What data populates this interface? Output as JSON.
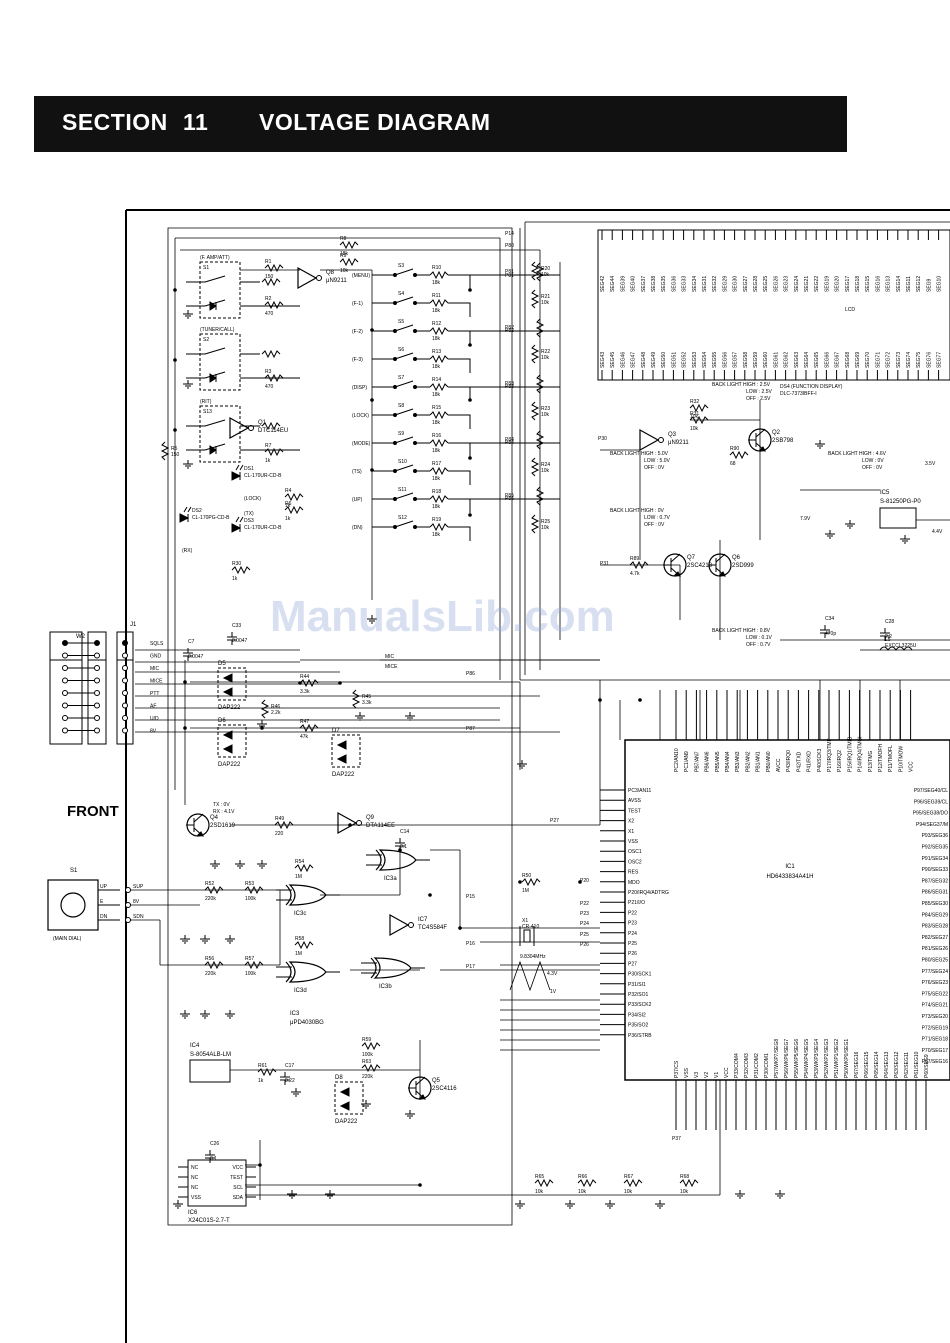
{
  "header": {
    "section_label": "SECTION",
    "section_number": "11",
    "title": "VOLTAGE DIAGRAM"
  },
  "labels": {
    "front": "FRONT",
    "watermark": "ManualsLib.com",
    "lcd": "LCD",
    "ds4": "DS4 (FUNCTION DISPLAY)",
    "ds4_part": "DLC-7373IBFF-I",
    "main_dial_ref": "S1",
    "main_dial": "(MAIN DIAL)",
    "ic1": "IC1",
    "ic1_part": "HD6433834A41H",
    "ic3": "IC3",
    "ic3_part": "μPD4030BG",
    "ic3a": "IC3a",
    "ic3b": "IC3b",
    "ic3c": "IC3c",
    "ic3d": "IC3d",
    "ic4": "IC4",
    "ic4_part": "S-8054ALB-LM",
    "ic5": "IC5",
    "ic5_part": "S-81250PG-P0",
    "ic6": "IC6",
    "ic6_part": "X24C01S-2.7-T",
    "ic7": "IC7",
    "ic7_part": "TC4S584F",
    "q1": "Q1",
    "q1_part": "DTC114EU",
    "q2": "Q2",
    "q2_part": "2SB798",
    "q3": "Q3",
    "q3_part": "μN9211",
    "q4": "Q4",
    "q4_part": "2SD1619",
    "q5": "Q5",
    "q5_part": "2SC4116",
    "q6": "Q6",
    "q6_part": "2SD999",
    "q7": "Q7",
    "q7_part": "2SC4213",
    "q8": "Q8",
    "q8_part": "μN9211",
    "q9": "Q9",
    "q9_part": "DTA114EE",
    "d5": "D5",
    "d5_part": "DAP222",
    "d6": "D6",
    "d6_part": "DAP222",
    "d7": "D7",
    "d7_part": "DAP222",
    "d8": "D8",
    "d8_part": "DAP222",
    "ds1": "DS1",
    "ds1_part": "CL-170UR-CD-B",
    "ds2": "DS2",
    "ds2_part": "CL-170PG-CD-B",
    "ds3": "DS3",
    "ds3_part": "CL-170UR-CD-B",
    "x1": "X1",
    "x1_part": "CR-410",
    "x1_freq": "9.8304MHz",
    "l5": "L5",
    "l5_part": "EXCCL3225U",
    "j1": "J1",
    "w2": "W2",
    "lock": "(LOCK)",
    "tx": "(TX)",
    "rx": "(RX)"
  },
  "switch_groups": [
    {
      "ref": "S1",
      "label": "(F. AMP/ATT)"
    },
    {
      "ref": "S2",
      "label": "(TUNER/CALL)"
    },
    {
      "ref": "S13",
      "label": "(RIT)"
    }
  ],
  "key_switches": [
    {
      "ref": "S3",
      "label": "(MENU)",
      "res": "R10",
      "val": "18k",
      "port": "P81"
    },
    {
      "ref": "S4",
      "label": "(F-1)",
      "res": "R11",
      "val": "18k",
      "port": ""
    },
    {
      "ref": "S5",
      "label": "(F-2)",
      "res": "R12",
      "val": "18k",
      "port": "P82"
    },
    {
      "ref": "S6",
      "label": "(F-3)",
      "res": "R13",
      "val": "18k",
      "port": ""
    },
    {
      "ref": "S7",
      "label": "(DISP)",
      "res": "R14",
      "val": "18k",
      "port": "P83"
    },
    {
      "ref": "S8",
      "label": "(LOCK)",
      "res": "R15",
      "val": "18k",
      "port": ""
    },
    {
      "ref": "S9",
      "label": "(MODE)",
      "res": "R16",
      "val": "18k",
      "port": "P84"
    },
    {
      "ref": "S10",
      "label": "(TS)",
      "res": "R17",
      "val": "18k",
      "port": ""
    },
    {
      "ref": "S11",
      "label": "(UP)",
      "res": "R18",
      "val": "18k",
      "port": "P85"
    },
    {
      "ref": "S12",
      "label": "(DN)",
      "res": "R19",
      "val": "18k",
      "port": ""
    }
  ],
  "j1_pins": [
    "SQLS",
    "GND",
    "MIC",
    "MICE",
    "PTT",
    "AF",
    "U/D",
    "8V"
  ],
  "dial_pins": [
    "UP",
    "E",
    "DN"
  ],
  "dial_signals": [
    "SUP",
    "8V",
    "SDN"
  ],
  "ic6_pins_left": [
    "NC",
    "NC",
    "NC",
    "VSS"
  ],
  "ic6_pins_right": [
    "VCC",
    "TEST",
    "SCL",
    "SDA"
  ],
  "ic1_left_pins": [
    "PC3/AN11",
    "AVSS",
    "TEST",
    "X2",
    "X1",
    "VSS",
    "OSC1",
    "OSC2",
    "RES",
    "MDO",
    "P20/IRQ4/ADTRG",
    "P21/I/O",
    "P22",
    "P23",
    "P24",
    "P25",
    "P26",
    "P27",
    "P30/SCK1",
    "P31/SI1",
    "P32/SO1",
    "P33/SCK2",
    "P34/SI2",
    "P35/SO2",
    "P36/STRB"
  ],
  "ic1_right_pins": [
    "P97/SEG40/CL",
    "P96/SEG39/CL",
    "P95/SEG38/DO",
    "P94/SEG37/M",
    "P93/SEG36",
    "P92/SEG35",
    "P91/SEG34",
    "P90/SEG33",
    "P87/SEG32",
    "P86/SEG31",
    "P85/SEG30",
    "P84/SEG29",
    "P83/SEG28",
    "P82/SEG27",
    "P81/SEG26",
    "P80/SEG25",
    "P77/SEG24",
    "P76/SEG23",
    "P75/SEG22",
    "P74/SEG21",
    "P73/SEG20",
    "P72/SEG19",
    "P71/SEG18",
    "P70/SEG17",
    "P67/SEG16"
  ],
  "ic1_top_pins": [
    "PC2/AN10",
    "PC1/AN9",
    "PB7/AN7",
    "PB6/AN6",
    "PB5/AN5",
    "PB4/AN4",
    "PB3/AN3",
    "PB2/AN2",
    "PB1/AN1",
    "PB0/AN0",
    "AVCC",
    "P43/IRQ0",
    "P42/TXD",
    "P41/RXD",
    "P40/SCK3",
    "P17/IRQ3/TMF",
    "P16/IRQ2",
    "P15/IRQ1/TMIB",
    "P14/IRQ4/TMCI",
    "P13/TMG",
    "P12/TMOFH",
    "P11/TMOFL",
    "P10/TMOW",
    "VCC"
  ],
  "ic1_bottom_pins": [
    "P37/CS",
    "VSS",
    "V3",
    "V2",
    "V1",
    "VCC",
    "P33/COM4",
    "P32/COM3",
    "P31/COM2",
    "P30/COM1",
    "P57/WKP7/SEG8",
    "P56/WKP6/SEG7",
    "P55/WKP5/SEG6",
    "P54/WKP4/SEG5",
    "P53/WKP3/SEG4",
    "P52/WKP2/SEG3",
    "P51/WKP1/SEG2",
    "P50/WKP0/SEG1",
    "P67/SEG16",
    "P66/SEG15",
    "P65/SEG14",
    "P64/SEG13",
    "P63/SEG12",
    "P62/SEG11",
    "P61/SEG10",
    "P60/SEG9"
  ],
  "lcd_top_pins": [
    "SEG42",
    "SEG44",
    "SEG39",
    "SEG40",
    "SEG37",
    "SEG38",
    "SEG35",
    "SEG36",
    "SEG33",
    "SEG34",
    "SEG31",
    "SEG32",
    "SEG29",
    "SEG30",
    "SEG27",
    "SEG28",
    "SEG25",
    "SEG26",
    "SEG23",
    "SEG24",
    "SEG21",
    "SEG22",
    "SEG19",
    "SEG20",
    "SEG17",
    "SEG18",
    "SEG15",
    "SEG16",
    "SEG13",
    "SEG14",
    "SEG11",
    "SEG12",
    "SEG9",
    "SEG10"
  ],
  "lcd_bottom_pins": [
    "SEG43",
    "SEG45",
    "SEG46",
    "SEG47",
    "SEG48",
    "SEG49",
    "SEG50",
    "SEG51",
    "SEG52",
    "SEG53",
    "SEG54",
    "SEG55",
    "SEG56",
    "SEG57",
    "SEG58",
    "SEG59",
    "SEG60",
    "SEG61",
    "SEG62",
    "SEG63",
    "SEG64",
    "SEG65",
    "SEG66",
    "SEG67",
    "SEG68",
    "SEG69",
    "SEG70",
    "SEG71",
    "SEG72",
    "SEG73",
    "SEG74",
    "SEG75",
    "SEG76",
    "SEG77"
  ],
  "ports": [
    "P14",
    "P80",
    "P81",
    "P82",
    "P83",
    "P84",
    "P85",
    "P86",
    "P87",
    "P20",
    "P22",
    "P23",
    "P24",
    "P25",
    "P26",
    "P27",
    "P15",
    "P16",
    "P17",
    "P30",
    "P31",
    "P37"
  ],
  "components": [
    {
      "ref": "R1",
      "val": "150"
    },
    {
      "ref": "R2",
      "val": "470"
    },
    {
      "ref": "R3",
      "val": "470"
    },
    {
      "ref": "R4",
      "val": "1k"
    },
    {
      "ref": "R5",
      "val": "150"
    },
    {
      "ref": "R6",
      "val": "1k"
    },
    {
      "ref": "R7",
      "val": "1k"
    },
    {
      "ref": "R8",
      "val": "18k"
    },
    {
      "ref": "R9",
      "val": "10k"
    },
    {
      "ref": "R20",
      "val": "10k"
    },
    {
      "ref": "R21",
      "val": "10k"
    },
    {
      "ref": "R22",
      "val": "10k"
    },
    {
      "ref": "R23",
      "val": "10k"
    },
    {
      "ref": "R24",
      "val": "10k"
    },
    {
      "ref": "R25",
      "val": "10k"
    },
    {
      "ref": "R30",
      "val": "1k"
    },
    {
      "ref": "R31",
      "val": "10k"
    },
    {
      "ref": "R32",
      "val": "10k"
    },
    {
      "ref": "R44",
      "val": "3.3k"
    },
    {
      "ref": "R45",
      "val": "3.3k"
    },
    {
      "ref": "R46",
      "val": "2.2k"
    },
    {
      "ref": "R47",
      "val": "47k"
    },
    {
      "ref": "R49",
      "val": "220"
    },
    {
      "ref": "R50",
      "val": "1M"
    },
    {
      "ref": "R52",
      "val": "220k"
    },
    {
      "ref": "R53",
      "val": "100k"
    },
    {
      "ref": "R54",
      "val": "1M"
    },
    {
      "ref": "R56",
      "val": "220k"
    },
    {
      "ref": "R57",
      "val": "100k"
    },
    {
      "ref": "R58",
      "val": "1M"
    },
    {
      "ref": "R59",
      "val": "100k"
    },
    {
      "ref": "R61",
      "val": "1k"
    },
    {
      "ref": "R63",
      "val": "220k"
    },
    {
      "ref": "R65",
      "val": "10k"
    },
    {
      "ref": "R66",
      "val": "10k"
    },
    {
      "ref": "R67",
      "val": "10k"
    },
    {
      "ref": "R68",
      "val": "10k"
    },
    {
      "ref": "R89",
      "val": "4.7k"
    },
    {
      "ref": "R90",
      "val": "68"
    },
    {
      "ref": "C7",
      "val": "0.0047"
    },
    {
      "ref": "C14",
      "val": "0.1"
    },
    {
      "ref": "C17",
      "val": "0.22"
    },
    {
      "ref": "C26",
      "val": "0.1"
    },
    {
      "ref": "C28",
      "val": "2.2"
    },
    {
      "ref": "C33",
      "val": "0.0047"
    },
    {
      "ref": "C34",
      "val": "470p"
    }
  ],
  "backlight_notes": [
    {
      "title": "BACK LIGHT HIGH : 2.5V",
      "lines": [
        "LOW : 2.5V",
        "OFF : 2.5V"
      ]
    },
    {
      "title": "BACK LIGHT HIGH : 5.0V",
      "lines": [
        "LOW : 5.0V",
        "OFF : 0V"
      ]
    },
    {
      "title": "BACK LIGHT HIGH : 0V",
      "lines": [
        "LOW : 0.7V",
        "OFF : 0V"
      ]
    },
    {
      "title": "BACK LIGHT HIGH : 0.8V",
      "lines": [
        "LOW : 0.1V",
        "OFF : 0.7V"
      ]
    },
    {
      "title": "BACK LIGHT HIGH : 4.6V",
      "lines": [
        "LOW : 0V",
        "OFF : 0V"
      ]
    }
  ],
  "voltages": {
    "tx_rx": [
      "TX : 0V",
      "RX : 4.1V"
    ],
    "v_7_9": "7.9V",
    "v_3_5": "3.5V",
    "v_4_4": "4.4V",
    "v_4_3": "4.3V",
    "v_1": "1V"
  },
  "mic_lines": [
    "MIC",
    "MICE"
  ]
}
